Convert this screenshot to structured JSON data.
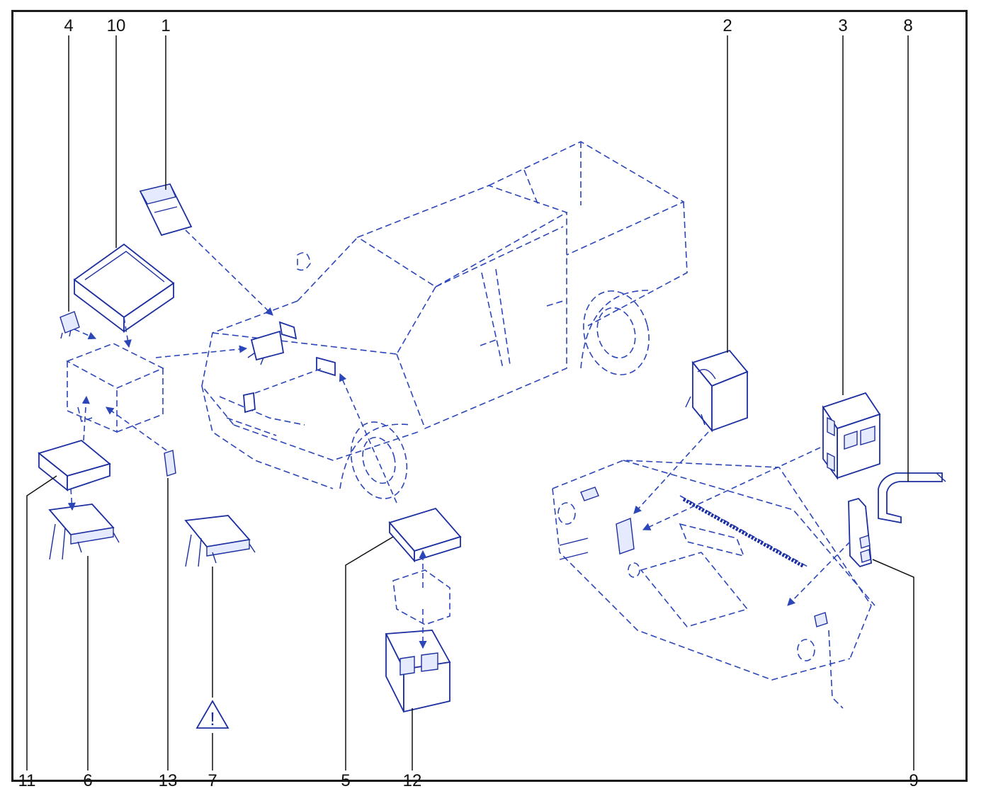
{
  "callouts": [
    {
      "id": "c4",
      "text": "4"
    },
    {
      "id": "c10",
      "text": "10"
    },
    {
      "id": "c1",
      "text": "1"
    },
    {
      "id": "c2",
      "text": "2"
    },
    {
      "id": "c3",
      "text": "3"
    },
    {
      "id": "c8",
      "text": "8"
    },
    {
      "id": "c11",
      "text": "11"
    },
    {
      "id": "c6",
      "text": "6"
    },
    {
      "id": "c13",
      "text": "13"
    },
    {
      "id": "c7",
      "text": "7"
    },
    {
      "id": "c5",
      "text": "5"
    },
    {
      "id": "c12",
      "text": "12"
    },
    {
      "id": "c9",
      "text": "9"
    }
  ],
  "warning_symbol": "!",
  "colors": {
    "line_art": "#1c2fa0",
    "dashed": "#2b46b8",
    "frame": "#1a1a1a"
  }
}
